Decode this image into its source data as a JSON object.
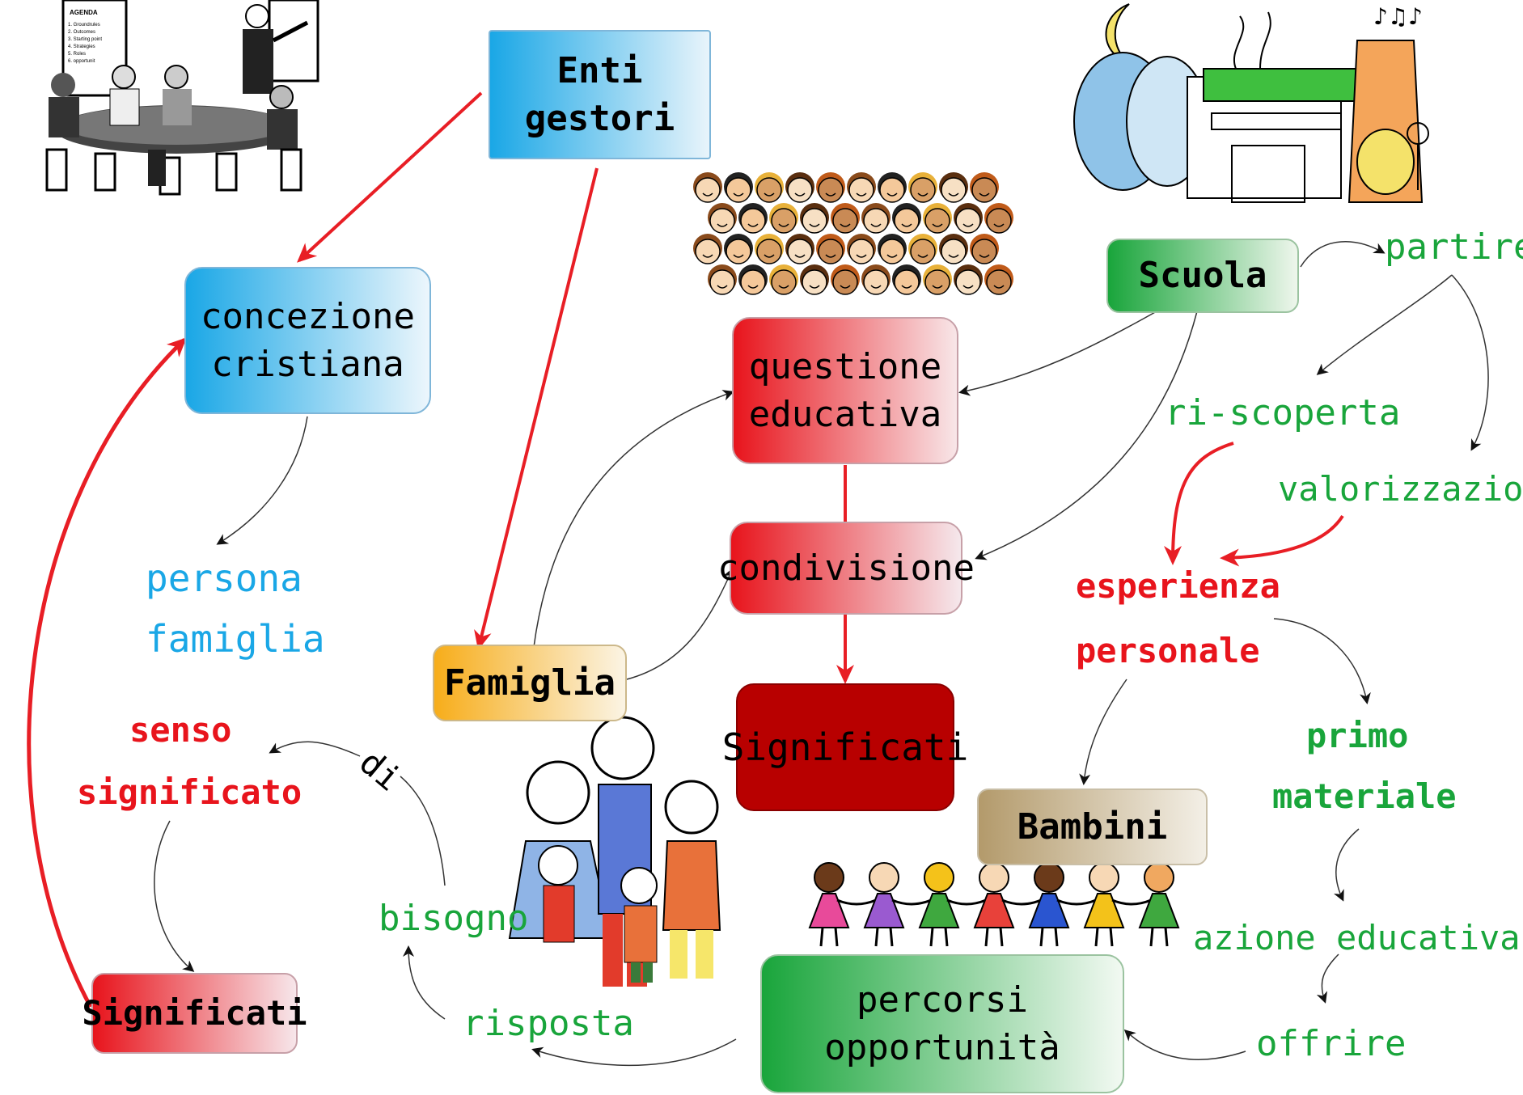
{
  "nodes": {
    "enti": [
      "Enti",
      "gestori"
    ],
    "concezione": [
      "concezione",
      "cristiana"
    ],
    "questione": [
      "questione",
      "educativa"
    ],
    "condivisione": "condivisione",
    "significati_center": "Significati",
    "significati_left": "Significati",
    "famiglia": "Famiglia",
    "scuola": "Scuola",
    "bambini": "Bambini",
    "percorsi": [
      "percorsi",
      "opportunità"
    ]
  },
  "labels": {
    "persona": "persona",
    "famiglia_word": "famiglia",
    "senso": "senso",
    "significato": "significato",
    "di": "di",
    "bisogno": "bisogno",
    "risposta": "risposta",
    "partire": "partire",
    "riscoperta": "ri-scoperta",
    "valorizzazione": "valorizzazione",
    "esperienza": "esperienza",
    "personale": "personale",
    "primo": "primo",
    "materiale": "materiale",
    "azione": "azione educativa",
    "offrire": "offrire"
  },
  "clipart": {
    "agenda_title": "AGENDA",
    "agenda_items": [
      "1. Groundrules",
      "2. Outcomes",
      "3. Starting point",
      "4. Strategies",
      "5. Roles",
      "6. opportunit"
    ]
  },
  "colors": {
    "blue": "#1aa7e6",
    "red": "#e8141c",
    "green": "#19a53b",
    "dark_red": "#b80000",
    "orange": "#f7ad1a",
    "khaki": "#b39a6b",
    "arrow_red": "#e81e25"
  },
  "icons": [
    "meeting-clipart",
    "school-clipart",
    "children-crowd-clipart",
    "family-drawing-clipart",
    "children-holding-hands-clipart"
  ]
}
